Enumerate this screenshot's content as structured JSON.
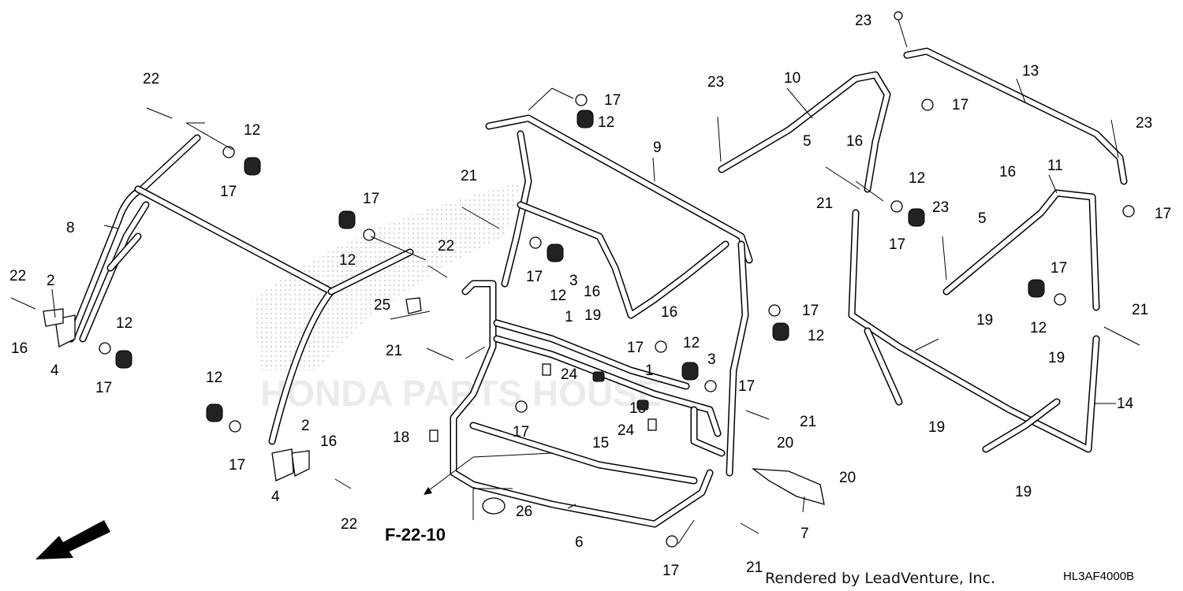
{
  "diagram": {
    "reference_label": "F-22-10",
    "front_label": "FR.",
    "credit": "Rendered by LeadVenture, Inc.",
    "diagram_code": "HL3AF4000B",
    "watermark": "HONDA PARTS HOUSE"
  },
  "callouts": [
    {
      "text": "1"
    },
    {
      "text": "1"
    },
    {
      "text": "2"
    },
    {
      "text": "2"
    },
    {
      "text": "3"
    },
    {
      "text": "3"
    },
    {
      "text": "4"
    },
    {
      "text": "4"
    },
    {
      "text": "5"
    },
    {
      "text": "5"
    },
    {
      "text": "6"
    },
    {
      "text": "7"
    },
    {
      "text": "8"
    },
    {
      "text": "9"
    },
    {
      "text": "10"
    },
    {
      "text": "11"
    },
    {
      "text": "13"
    },
    {
      "text": "14"
    },
    {
      "text": "12"
    },
    {
      "text": "12"
    },
    {
      "text": "12"
    },
    {
      "text": "12"
    },
    {
      "text": "12"
    },
    {
      "text": "12"
    },
    {
      "text": "12"
    },
    {
      "text": "12"
    },
    {
      "text": "12"
    },
    {
      "text": "12"
    },
    {
      "text": "15"
    },
    {
      "text": "15"
    },
    {
      "text": "16"
    },
    {
      "text": "16"
    },
    {
      "text": "16"
    },
    {
      "text": "16"
    },
    {
      "text": "16"
    },
    {
      "text": "16"
    },
    {
      "text": "17"
    },
    {
      "text": "17"
    },
    {
      "text": "17"
    },
    {
      "text": "17"
    },
    {
      "text": "17"
    },
    {
      "text": "17"
    },
    {
      "text": "17"
    },
    {
      "text": "17"
    },
    {
      "text": "17"
    },
    {
      "text": "17"
    },
    {
      "text": "17"
    },
    {
      "text": "17"
    },
    {
      "text": "17"
    },
    {
      "text": "17"
    },
    {
      "text": "17"
    },
    {
      "text": "17"
    },
    {
      "text": "18"
    },
    {
      "text": "19"
    },
    {
      "text": "19"
    },
    {
      "text": "19"
    },
    {
      "text": "19"
    },
    {
      "text": "19"
    },
    {
      "text": "20"
    },
    {
      "text": "20"
    },
    {
      "text": "21"
    },
    {
      "text": "21"
    },
    {
      "text": "21"
    },
    {
      "text": "21"
    },
    {
      "text": "21"
    },
    {
      "text": "21"
    },
    {
      "text": "22"
    },
    {
      "text": "22"
    },
    {
      "text": "22"
    },
    {
      "text": "22"
    },
    {
      "text": "23"
    },
    {
      "text": "23"
    },
    {
      "text": "23"
    },
    {
      "text": "23"
    },
    {
      "text": "24"
    },
    {
      "text": "24"
    },
    {
      "text": "25"
    },
    {
      "text": "26"
    }
  ]
}
